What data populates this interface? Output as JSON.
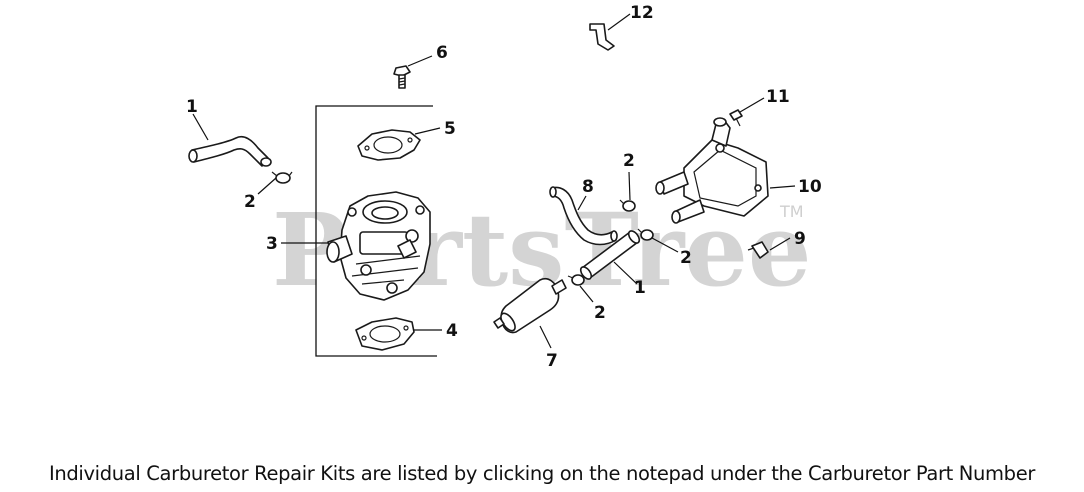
{
  "watermark": {
    "text": "PartsTree",
    "tm": "TM"
  },
  "callouts": [
    {
      "id": "c1a",
      "label": "1"
    },
    {
      "id": "c2a",
      "label": "2"
    },
    {
      "id": "c3",
      "label": "3"
    },
    {
      "id": "c4",
      "label": "4"
    },
    {
      "id": "c5",
      "label": "5"
    },
    {
      "id": "c6",
      "label": "6"
    },
    {
      "id": "c7",
      "label": "7"
    },
    {
      "id": "c8",
      "label": "8"
    },
    {
      "id": "c2b",
      "label": "2"
    },
    {
      "id": "c2c",
      "label": "2"
    },
    {
      "id": "c2d",
      "label": "2"
    },
    {
      "id": "c1b",
      "label": "1"
    },
    {
      "id": "c9",
      "label": "9"
    },
    {
      "id": "c10",
      "label": "10"
    },
    {
      "id": "c11",
      "label": "11"
    },
    {
      "id": "c12",
      "label": "12"
    }
  ],
  "caption": "Individual Carburetor Repair Kits are listed by clicking on the notepad under the Carburetor Part Number"
}
